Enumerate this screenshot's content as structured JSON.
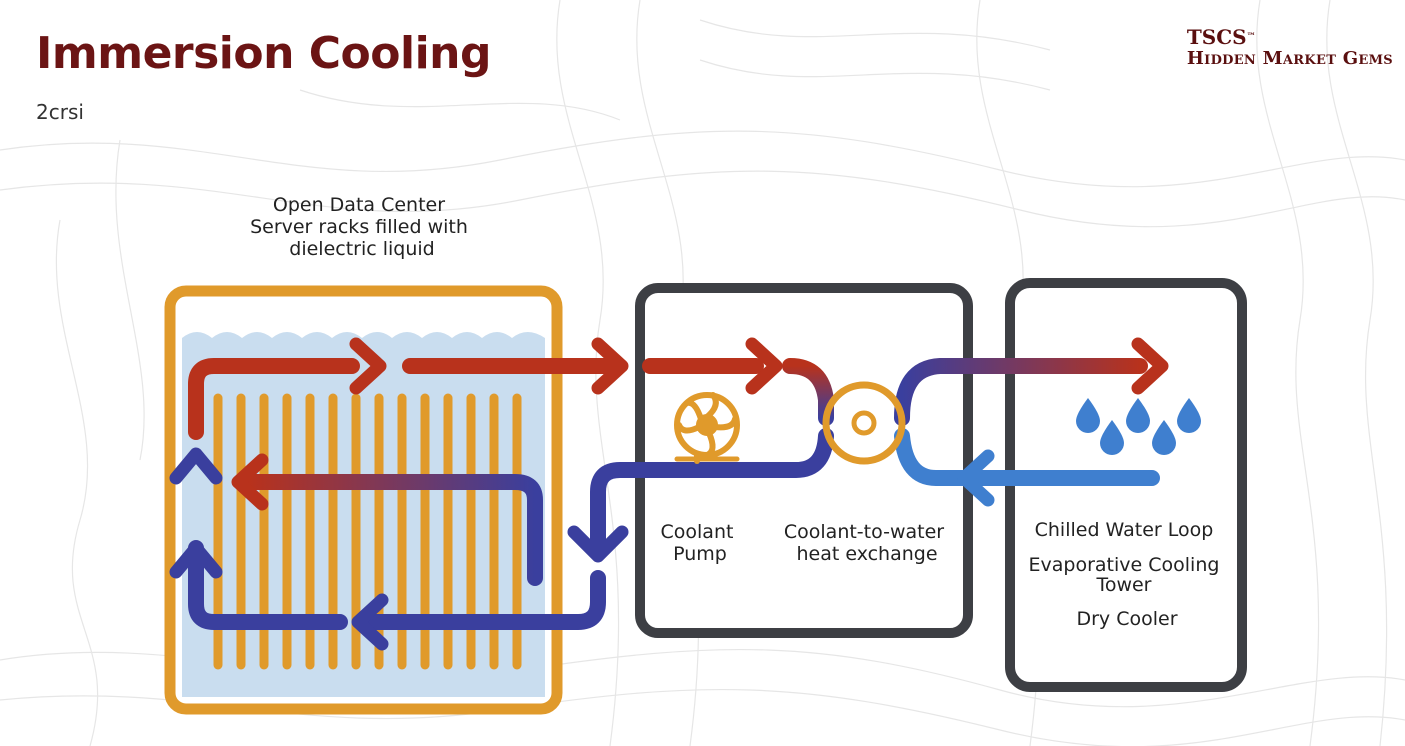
{
  "header": {
    "title": "Immersion Cooling",
    "subtitle": "2crsi"
  },
  "brand": {
    "line1": "TSCS",
    "trademark": "™",
    "line2": "Hidden Market Gems"
  },
  "diagram": {
    "tank_caption": [
      "Open Data Center",
      "Server racks filled with",
      "dielectric liquid"
    ],
    "pump_label": [
      "Coolant",
      "Pump"
    ],
    "exchanger_label": [
      "Coolant-to-water",
      "heat exchange"
    ],
    "cooling_labels": [
      "Chilled Water Loop",
      "Evaporative Cooling",
      "Tower",
      "Dry Cooler"
    ],
    "icons": [
      "pump-fan-icon",
      "heat-exchanger-icon",
      "water-drops-icon"
    ]
  },
  "colors": {
    "title": "#6b1414",
    "tank_frame": "#e09a2b",
    "liquid": "#c9ddef",
    "hot": "#b8321c",
    "cold": "#3a3f9e",
    "chilled": "#3f7fcf",
    "box_frame": "#3d3f44"
  }
}
